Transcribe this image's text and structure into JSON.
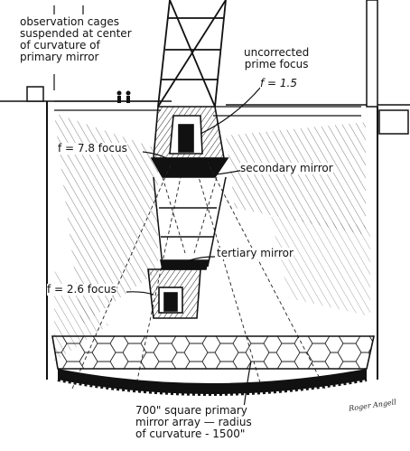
{
  "labels": {
    "observation_cages": [
      "observation cages",
      "suspended at center",
      "of curvature of",
      "primary mirror"
    ],
    "uncorrected_prime_focus": [
      "uncorrected",
      "prime focus"
    ],
    "prime_ratio": "f = 1.5",
    "f78_focus": "f = 7.8 focus",
    "secondary_mirror": "secondary mirror",
    "tertiary_mirror": "tertiary mirror",
    "f26_focus": "f = 2.6 focus",
    "primary_array": [
      "700\" square primary",
      "mirror array — radius",
      "of curvature - 1500\""
    ],
    "signature": "Roger Angell"
  },
  "colors": {
    "ink": "#111111",
    "paper": "#ffffff"
  }
}
